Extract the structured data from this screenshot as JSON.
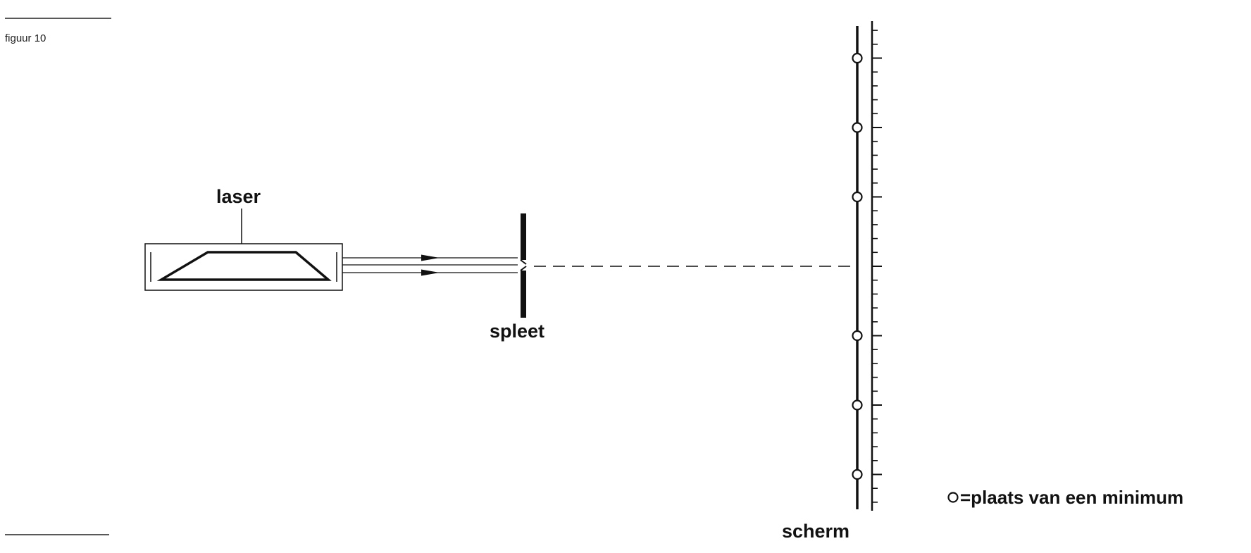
{
  "figure": {
    "caption": "figuur 10",
    "labels": {
      "laser": "laser",
      "slit": "spleet",
      "screen": "scherm"
    },
    "legend": {
      "symbol": "o",
      "text": "=plaats van een minimum"
    },
    "minima_count": 6,
    "colors": {
      "ink": "#111111",
      "background": "#ffffff"
    }
  }
}
